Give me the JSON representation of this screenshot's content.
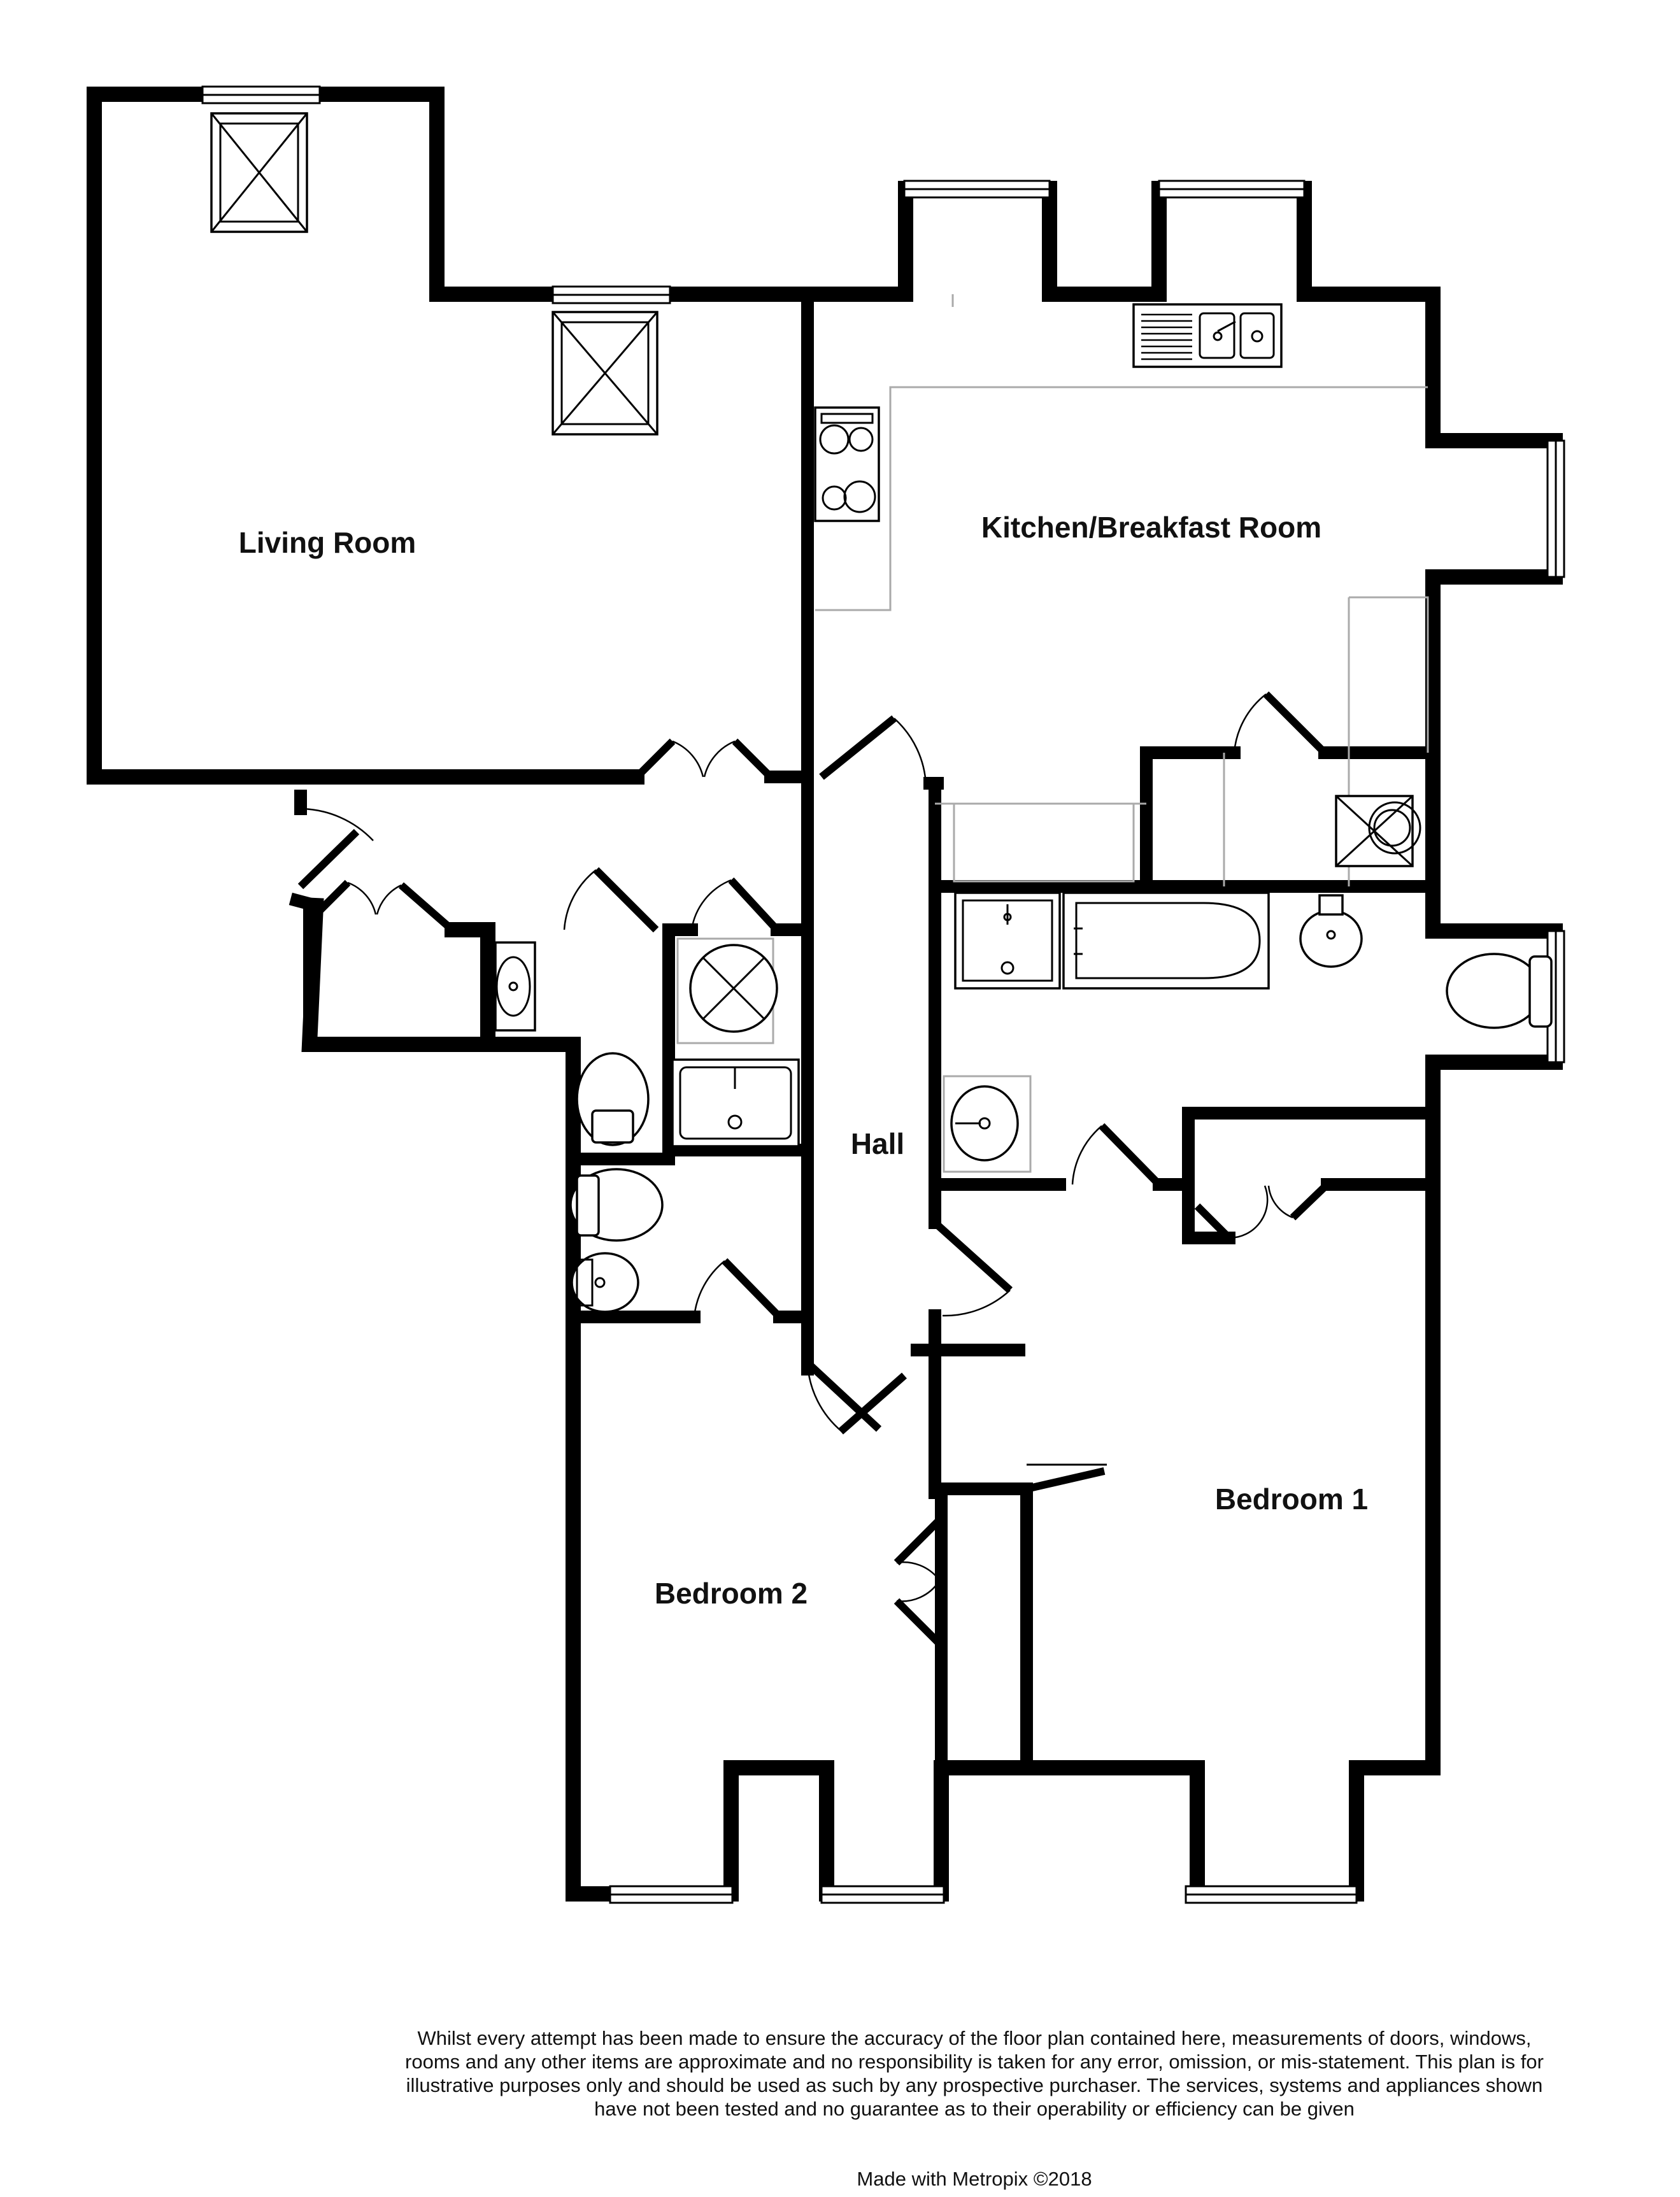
{
  "rooms": {
    "living_room": "Living Room",
    "kitchen": "Kitchen/Breakfast Room",
    "hall": "Hall",
    "bedroom_1": "Bedroom 1",
    "bedroom_2": "Bedroom 2"
  },
  "disclaimer": "Whilst every attempt has been made to ensure the accuracy of the floor plan contained here, measurements of doors, windows, rooms and any other items are approximate and no responsibility is taken for any error, omission, or mis-statement. This plan is for illustrative purposes only and should be used as such by any prospective purchaser. The services, systems and appliances shown have not been tested and no guarantee as to their operability or efficiency can be given",
  "credit": "Made with Metropix ©2018"
}
